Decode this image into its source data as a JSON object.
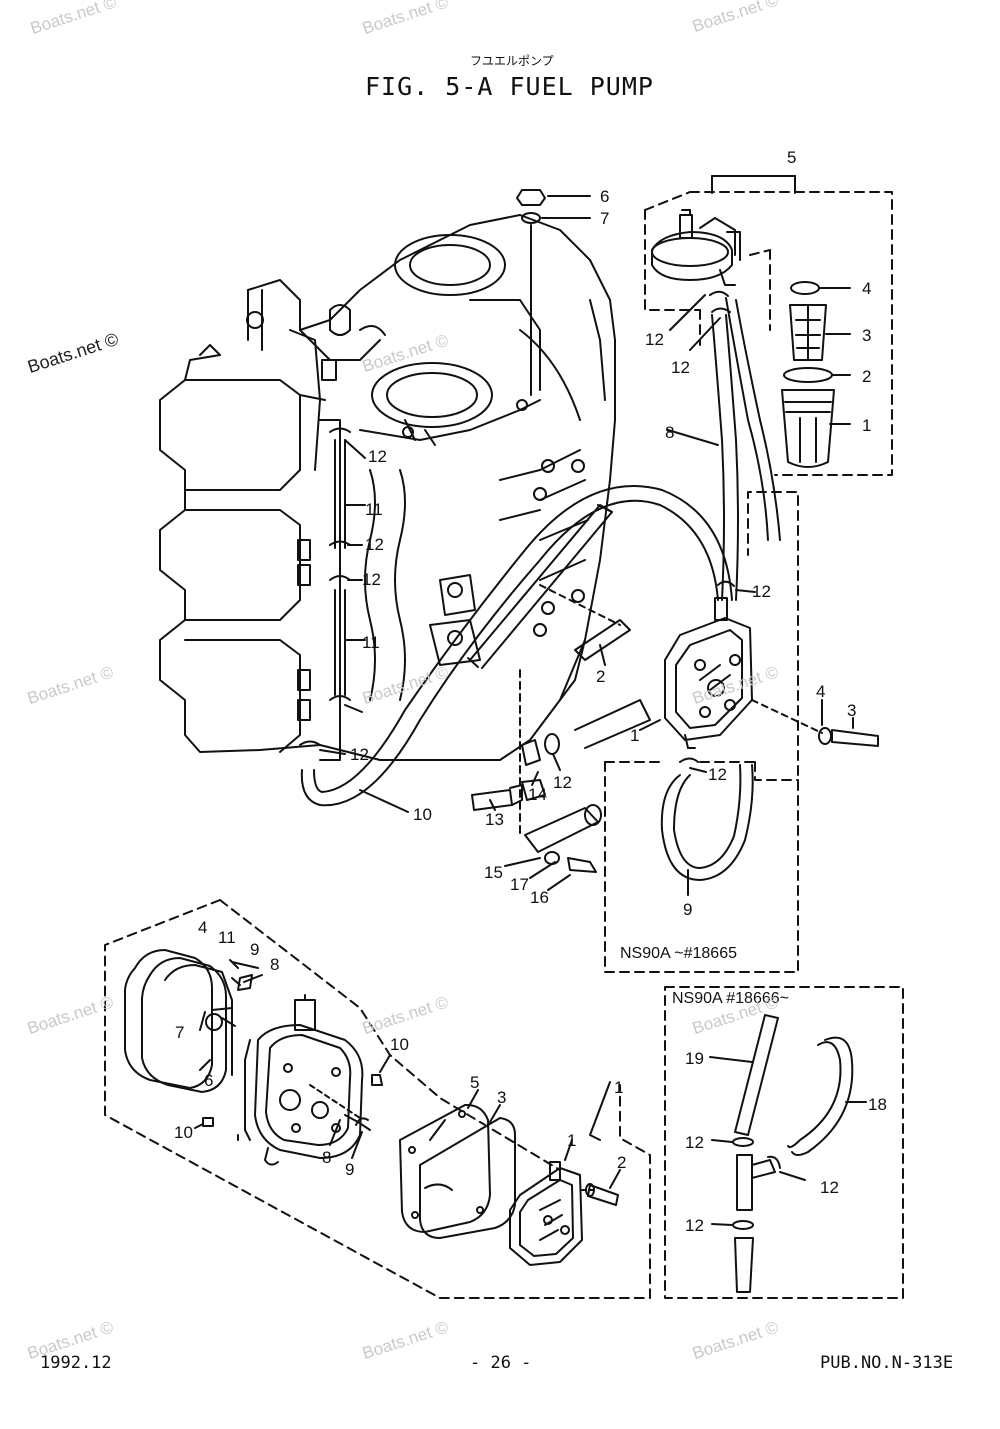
{
  "header": {
    "subtitle": "フユエルポンプ",
    "title": "FIG.  5-A FUEL PUMP"
  },
  "footer": {
    "date": "1992.12",
    "page": "- 26 -",
    "pub": "PUB.NO.N-313E"
  },
  "watermarks": {
    "text": "Boats.net ©",
    "main": "Boats.net ©"
  },
  "box_labels": {
    "old": "NS90A    ~#18665",
    "new": "NS90A  #18666~"
  },
  "callouts": {
    "c_5": "5",
    "c_6": "6",
    "c_7": "7",
    "c_4a": "4",
    "c_3a": "3",
    "c_2a": "2",
    "c_1a": "1",
    "c_12a": "12",
    "c_12b": "12",
    "c_8": "8",
    "c_12c": "12",
    "c_11a": "11",
    "c_12d": "12",
    "c_12e": "12",
    "c_11b": "11",
    "c_12f": "12",
    "c_10": "10",
    "c_12g": "12",
    "c_2b": "2",
    "c_1b": "1",
    "c_4b": "4",
    "c_3b": "3",
    "c_12h": "12",
    "c_13": "13",
    "c_14": "14",
    "c_12i": "12",
    "c_15": "15",
    "c_17": "17",
    "c_16": "16",
    "c_9": "9",
    "d_4": "4",
    "d_11": "11",
    "d_9a": "9",
    "d_8a": "8",
    "d_7": "7",
    "d_6": "6",
    "d_10a": "10",
    "d_5": "5",
    "d_3": "3",
    "d_1a": "1",
    "d_10b": "10",
    "d_8b": "8",
    "d_9b": "9",
    "d_1b": "1",
    "d_2": "2",
    "e_19": "19",
    "e_18": "18",
    "e_12a": "12",
    "e_12b": "12",
    "e_12c": "12"
  }
}
